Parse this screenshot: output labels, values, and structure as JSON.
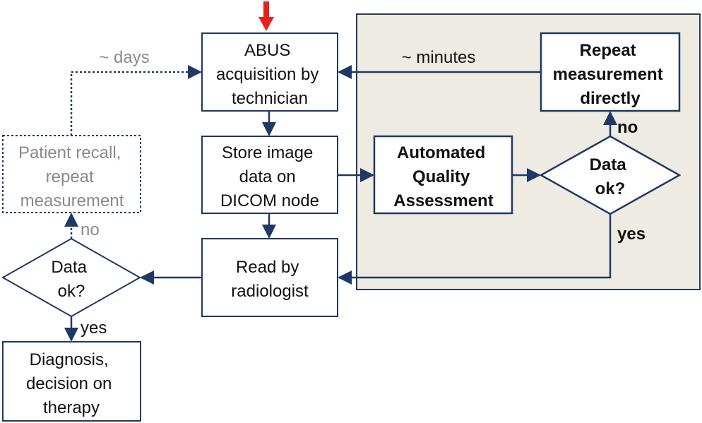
{
  "colors": {
    "flow_line": "#1f3864",
    "panel_fill": "#eeebe2",
    "panel_border": "#2a3a55",
    "start_arrow": "#e8201c",
    "muted": "#8a8a8a"
  },
  "nodes": {
    "abus_acquisition": {
      "lines": [
        "ABUS",
        "acquisition by",
        "technician"
      ]
    },
    "store_image": {
      "lines": [
        "Store image",
        "data on",
        "DICOM node"
      ]
    },
    "read_radiologist": {
      "lines": [
        "Read by",
        "radiologist"
      ]
    },
    "diagnosis": {
      "lines": [
        "Diagnosis,",
        "decision on",
        "therapy"
      ]
    },
    "patient_recall": {
      "lines": [
        "Patient recall,",
        "repeat",
        "measurement"
      ]
    },
    "data_ok_left": {
      "lines": [
        "Data",
        "ok?"
      ]
    },
    "automated_qa": {
      "lines": [
        "Automated",
        "Quality",
        "Assessment"
      ]
    },
    "data_ok_right": {
      "lines": [
        "Data",
        "ok?"
      ]
    },
    "repeat_direct": {
      "lines": [
        "Repeat",
        "measurement",
        "directly"
      ]
    }
  },
  "labels": {
    "days": "~ days",
    "minutes": "~ minutes",
    "no_left": "no",
    "yes_left": "yes",
    "no_right": "no",
    "yes_right": "yes"
  }
}
